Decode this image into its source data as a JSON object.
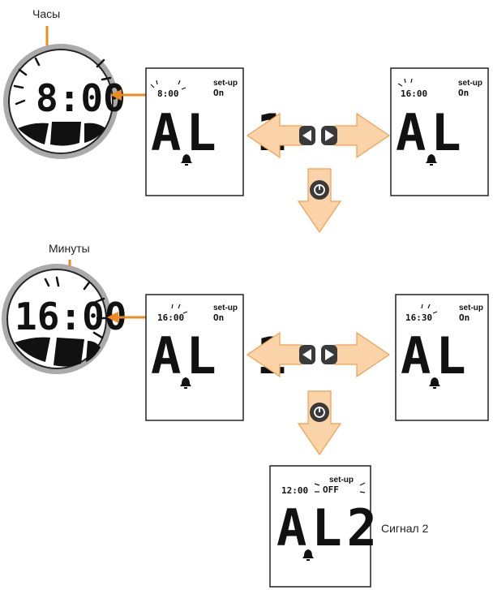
{
  "labels": {
    "hours": "Часы",
    "minutes": "Минуты",
    "signal2": "Сигнал 2"
  },
  "zoom": {
    "top_time": "8:00",
    "bottom_time": "16:00"
  },
  "screens": {
    "s1": {
      "time": "8:00",
      "setup": "set-up",
      "state": "On",
      "alarm": "AL 1"
    },
    "s2": {
      "time": "16:00",
      "setup": "set-up",
      "state": "On",
      "alarm": "AL 1"
    },
    "s3": {
      "time": "16:00",
      "setup": "set-up",
      "state": "On",
      "alarm": "AL 1"
    },
    "s4": {
      "time": "16:30",
      "setup": "set-up",
      "state": "On",
      "alarm": "AL 1"
    },
    "s5": {
      "time": "12:00",
      "setup": "set-up",
      "state": "OFF",
      "alarm": "AL2"
    }
  },
  "icons": [
    "left-triangle-button-icon",
    "right-triangle-button-icon",
    "power-button-icon",
    "bell-icon",
    "orange-arrow-icon"
  ],
  "colors": {
    "arrow_fill": "#fbd3a8",
    "arrow_stroke": "#f0a050",
    "pointer": "#ee8a1e",
    "button": "#3a3a3a"
  }
}
